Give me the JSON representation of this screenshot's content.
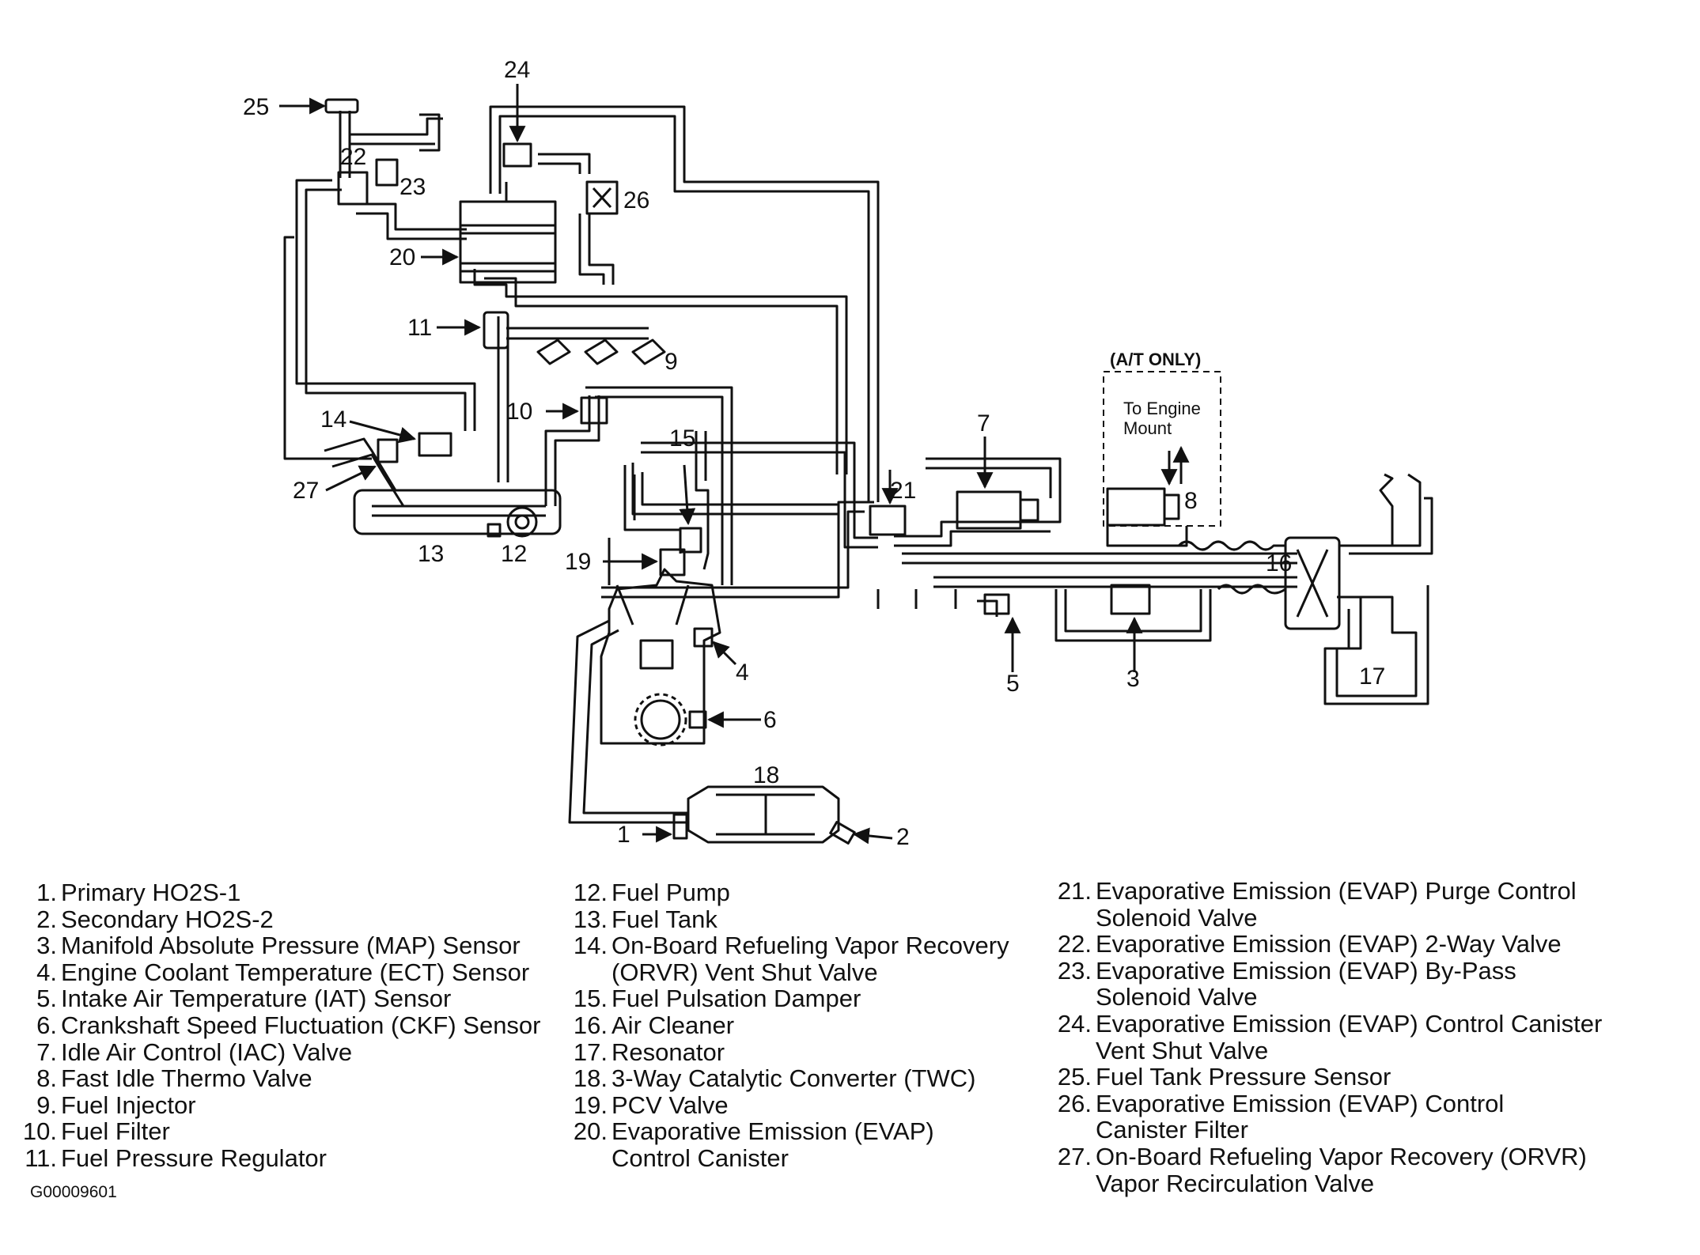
{
  "diagram": {
    "callouts": [
      "1",
      "2",
      "3",
      "4",
      "5",
      "6",
      "7",
      "8",
      "9",
      "10",
      "11",
      "12",
      "13",
      "14",
      "15",
      "16",
      "17",
      "18",
      "19",
      "20",
      "21",
      "22",
      "23",
      "24",
      "25",
      "26",
      "27"
    ],
    "at_only_label": "(A/T ONLY)",
    "engine_mount_line1": "To Engine",
    "engine_mount_line2": "Mount"
  },
  "legend": {
    "col1": [
      {
        "num": "1.",
        "text": "Primary HO2S-1"
      },
      {
        "num": "2.",
        "text": "Secondary HO2S-2"
      },
      {
        "num": "3.",
        "text": "Manifold Absolute Pressure (MAP) Sensor"
      },
      {
        "num": "4.",
        "text": "Engine Coolant Temperature (ECT) Sensor"
      },
      {
        "num": "5.",
        "text": "Intake Air Temperature (IAT) Sensor"
      },
      {
        "num": "6.",
        "text": "Crankshaft Speed Fluctuation (CKF) Sensor"
      },
      {
        "num": "7.",
        "text": "Idle Air Control (IAC) Valve"
      },
      {
        "num": "8.",
        "text": "Fast Idle Thermo Valve"
      },
      {
        "num": "9.",
        "text": "Fuel Injector"
      },
      {
        "num": "10.",
        "text": "Fuel Filter"
      },
      {
        "num": "11.",
        "text": "Fuel Pressure Regulator"
      }
    ],
    "col2": [
      {
        "num": "12.",
        "text": "Fuel Pump"
      },
      {
        "num": "13.",
        "text": "Fuel Tank"
      },
      {
        "num": "14.",
        "text": "On-Board Refueling Vapor Recovery",
        "text2": "(ORVR) Vent Shut Valve"
      },
      {
        "num": "15.",
        "text": "Fuel Pulsation Damper"
      },
      {
        "num": "16.",
        "text": "Air Cleaner"
      },
      {
        "num": "17.",
        "text": "Resonator"
      },
      {
        "num": "18.",
        "text": "3-Way Catalytic Converter (TWC)"
      },
      {
        "num": "19.",
        "text": "PCV Valve"
      },
      {
        "num": "20.",
        "text": "Evaporative Emission (EVAP)",
        "text2": "Control Canister"
      }
    ],
    "col3": [
      {
        "num": "21.",
        "text": "Evaporative Emission (EVAP) Purge Control",
        "text2": "Solenoid Valve"
      },
      {
        "num": "22.",
        "text": "Evaporative Emission (EVAP) 2-Way Valve"
      },
      {
        "num": "23.",
        "text": "Evaporative Emission (EVAP) By-Pass",
        "text2": "Solenoid Valve"
      },
      {
        "num": "24.",
        "text": "Evaporative Emission (EVAP) Control Canister",
        "text2": "Vent Shut Valve"
      },
      {
        "num": "25.",
        "text": "Fuel Tank Pressure Sensor"
      },
      {
        "num": "26.",
        "text": "Evaporative Emission (EVAP) Control",
        "text2": "Canister Filter"
      },
      {
        "num": "27.",
        "text": "On-Board Refueling Vapor Recovery (ORVR)",
        "text2": "Vapor Recirculation Valve"
      }
    ]
  },
  "figure_id": "G00009601"
}
